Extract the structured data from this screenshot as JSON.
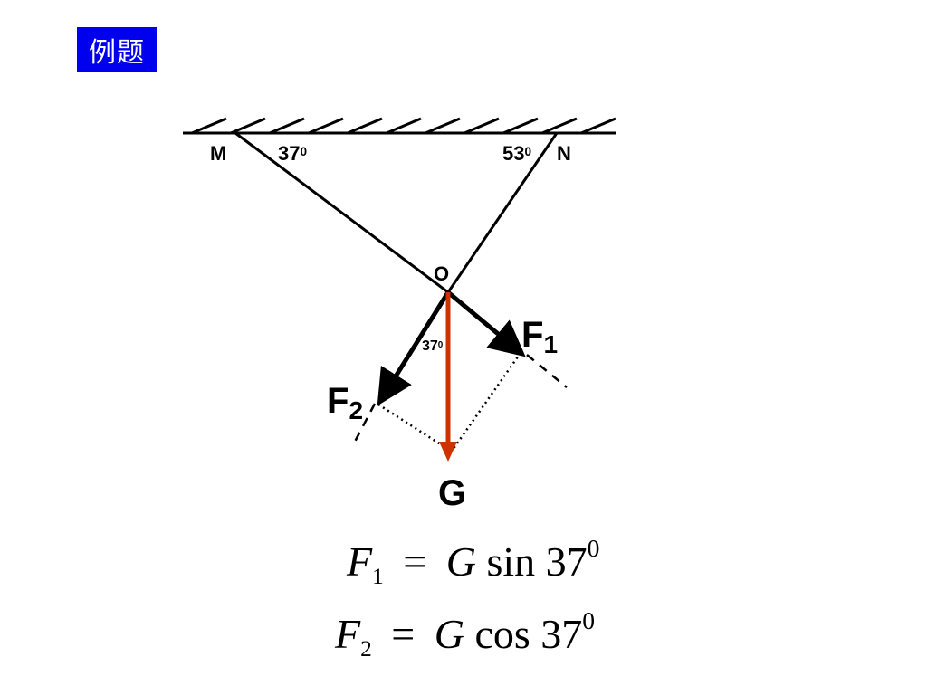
{
  "slide": {
    "title_badge": "例题"
  },
  "diagram": {
    "point_m": "M",
    "point_n": "N",
    "point_o": "O",
    "angle_m": {
      "value": "37",
      "sup": "0"
    },
    "angle_n": {
      "value": "53",
      "sup": "0"
    },
    "angle_g": {
      "value": "37",
      "sup": "0"
    },
    "force_f1": {
      "base": "F",
      "sub": "1"
    },
    "force_f2": {
      "base": "F",
      "sub": "2"
    },
    "force_g": "G",
    "colors": {
      "gravity_arrow": "#cc3300",
      "lines": "#000000",
      "badge_bg": "#0000ee"
    }
  },
  "equations": [
    {
      "lhs": "F",
      "sub": "1",
      "equals": "=",
      "var": "G",
      "fn": "sin",
      "num": "37",
      "sup": "0"
    },
    {
      "lhs": "F",
      "sub": "2",
      "equals": "=",
      "var": "G",
      "fn": "cos",
      "num": "37",
      "sup": "0"
    }
  ]
}
